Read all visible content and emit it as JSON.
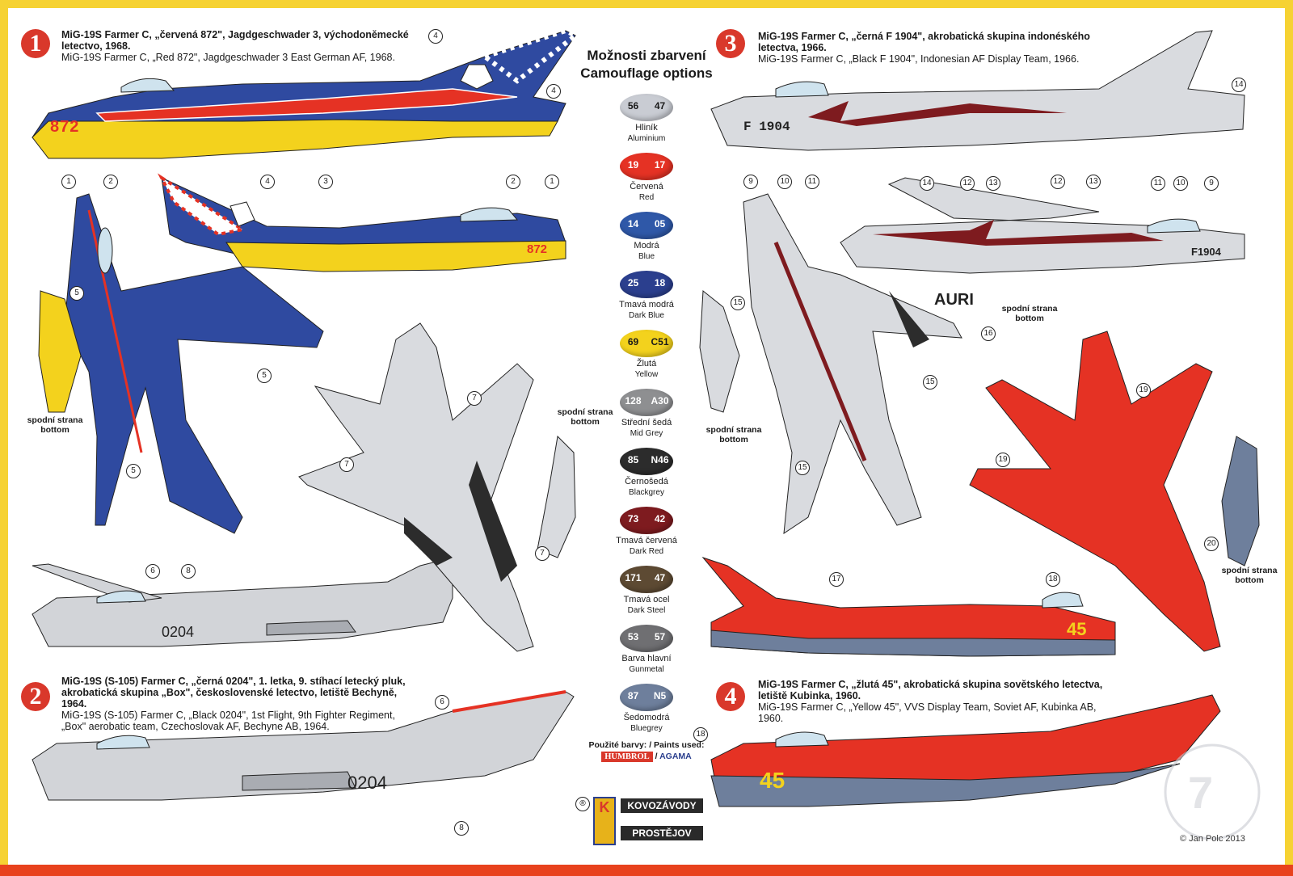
{
  "header": {
    "title_cz": "Možnosti zbarvení",
    "title_en": "Camouflage options"
  },
  "options": [
    {
      "number": "1",
      "title": "MiG-19S Farmer C, „červená 872\", Jagdgeschwader 3, východoněmecké letectvo, 1968.",
      "subtitle": "MiG-19S Farmer C, „Red 872\", Jagdgeschwader 3 East German AF, 1968."
    },
    {
      "number": "2",
      "title": "MiG-19S (S-105) Farmer C, „černá 0204\", 1. letka, 9. stíhací letecký pluk, akrobatická skupina „Box\", československé letectvo, letiště Bechyně, 1964.",
      "subtitle": "MiG-19S (S-105) Farmer C, „Black 0204\", 1st Flight, 9th Fighter Regiment, „Box\" aerobatic team, Czechoslovak AF, Bechyne AB, 1964."
    },
    {
      "number": "3",
      "title": "MiG-19S Farmer C, „černá F 1904\", akrobatická skupina indonéského letectva, 1966.",
      "subtitle": "MiG-19S Farmer C, „Black F 1904\", Indonesian AF Display Team, 1966."
    },
    {
      "number": "4",
      "title": "MiG-19S Farmer C, „žlutá 45\", akrobatická skupina sovětského letectva, letiště Kubinka, 1960.",
      "subtitle": "MiG-19S Farmer C, „Yellow 45\", VVS Display Team, Soviet AF, Kubinka AB, 1960."
    }
  ],
  "paints": [
    {
      "a": "56",
      "b": "47",
      "cz": "Hliník",
      "en": "Aluminium",
      "color": "#c9ccd3"
    },
    {
      "a": "19",
      "b": "17",
      "cz": "Červená",
      "en": "Red",
      "color": "#e53224"
    },
    {
      "a": "14",
      "b": "05",
      "cz": "Modrá",
      "en": "Blue",
      "color": "#2f58a8"
    },
    {
      "a": "25",
      "b": "18",
      "cz": "Tmavá modrá",
      "en": "Dark Blue",
      "color": "#2b3f8e"
    },
    {
      "a": "69",
      "b": "C51",
      "cz": "Žlutá",
      "en": "Yellow",
      "color": "#f3d21d"
    },
    {
      "a": "128",
      "b": "A30",
      "cz": "Střední šedá",
      "en": "Mid Grey",
      "color": "#8e8f91"
    },
    {
      "a": "85",
      "b": "N46",
      "cz": "Černošedá",
      "en": "Blackgrey",
      "color": "#2c2c2c"
    },
    {
      "a": "73",
      "b": "42",
      "cz": "Tmavá červená",
      "en": "Dark Red",
      "color": "#7e1b1f"
    },
    {
      "a": "171",
      "b": "47",
      "cz": "Tmavá ocel",
      "en": "Dark Steel",
      "color": "#5d4a33"
    },
    {
      "a": "53",
      "b": "57",
      "cz": "Barva hlavní",
      "en": "Gunmetal",
      "color": "#6f6f72"
    },
    {
      "a": "87",
      "b": "N5",
      "cz": "Šedomodrá",
      "en": "Bluegrey",
      "color": "#6e7f9c"
    }
  ],
  "paints_used": {
    "label": "Použité barvy: / Paints used:",
    "brand1": "HUMBROL",
    "separator": "/",
    "brand2": "AGAMA"
  },
  "logo": {
    "line1": "KOVOZÁVODY",
    "line2": "PROSTĚJOV",
    "registered": "®",
    "letter": "K"
  },
  "bottom_label": {
    "cz": "spodní strana",
    "en": "bottom"
  },
  "markings": {
    "code_872": "872",
    "code_0204": "0204",
    "code_f1904": "F 1904",
    "code_f1904_small": "F1904",
    "code_45": "45",
    "auri": "AURI"
  },
  "callouts": [
    "1",
    "2",
    "3",
    "4",
    "5",
    "6",
    "7",
    "8",
    "9",
    "10",
    "11",
    "12",
    "13",
    "14",
    "15",
    "16",
    "17",
    "18",
    "19",
    "20"
  ],
  "copyright": "© Jan Polc 2013",
  "colors": {
    "frame": "#f6d233",
    "badge": "#d9382b",
    "strip": "#e8421d"
  }
}
